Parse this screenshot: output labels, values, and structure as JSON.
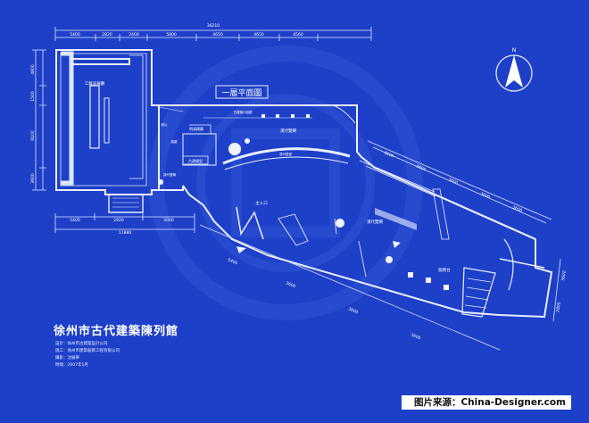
{
  "drawing": {
    "title": "徐州市古代建築陳列館",
    "plan_label": "一層平面圖",
    "north": "N",
    "info": [
      "設計：徐州市古建築設計公司",
      "施工：徐州市建築裝飾工程有限公司",
      "攝影：沈展華",
      "時間：2007年1月"
    ]
  },
  "dimensions": {
    "top_total": "36210",
    "top_segments": [
      "5400",
      "2820",
      "2400",
      "5800",
      "4650",
      "4650",
      "4560"
    ],
    "bottom_segments": [
      "5400",
      "2820",
      "3000"
    ],
    "bottom_total": "11880",
    "left": [
      "4800",
      "1500",
      "8100",
      "3600"
    ],
    "diag_top": [
      "3600",
      "3600",
      "3600",
      "3600",
      "3600"
    ],
    "diag_bottom": [
      "5400",
      "3600",
      "3600",
      "3600"
    ],
    "right": [
      "3600",
      "2800"
    ]
  },
  "rooms": {
    "craft": "工藝品展廳",
    "entrance": "主入口",
    "han_left": "漢代雙闕",
    "han_center": "漢代雙闕",
    "han_right": "漢代雙闕",
    "ming_qing": "明清建築",
    "model": "古建模型",
    "exhibit": "展廳",
    "service": "服務台",
    "office": "辦公",
    "screen": "古建築介紹廳",
    "wall": "漢代壁畫"
  },
  "credit": "图片来源：China-Designer.com"
}
